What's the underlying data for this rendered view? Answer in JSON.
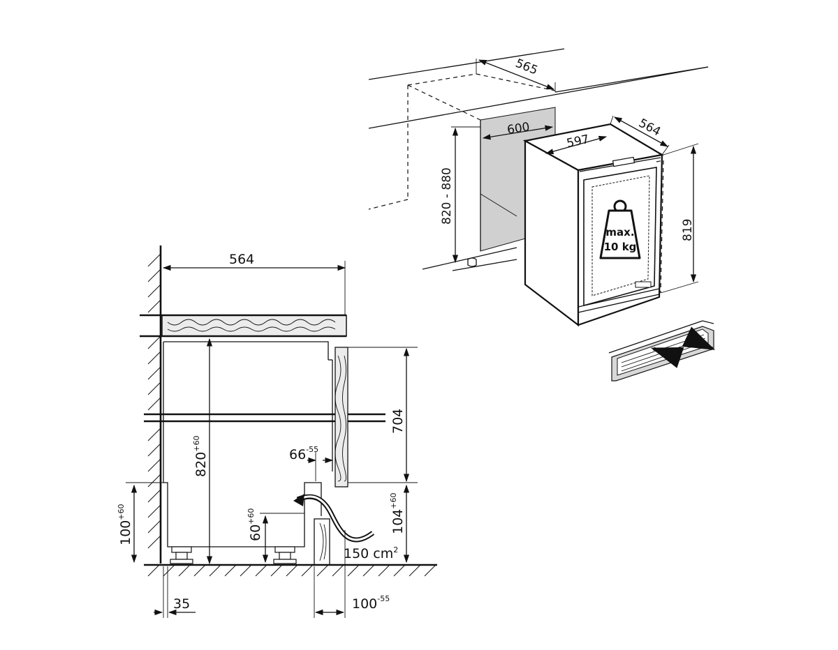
{
  "colors": {
    "ink": "#111111",
    "panel": "#d0d0d0",
    "wood": "#ececec",
    "paper": "#ffffff"
  },
  "perspective": {
    "niche_depth": "565",
    "niche_width": "600",
    "niche_height": "820 - 880",
    "appliance_width": "597",
    "appliance_depth": "564",
    "appliance_height": "819",
    "weight_label_line1": "max.",
    "weight_label_line2": "10 kg"
  },
  "section": {
    "countertop_depth": "564",
    "niche_height": "820",
    "niche_height_tol": "+60",
    "door_height": "704",
    "plinth_offset": "66",
    "plinth_offset_tol": "-55",
    "plinth_height": "104",
    "plinth_height_tol": "+60",
    "foot_height": "60",
    "foot_height_tol": "+60",
    "base_height": "100",
    "base_height_tol": "+60",
    "vent_area": "150 cm",
    "vent_area_sup": "2",
    "wall_gap": "35",
    "plinth_depth": "100",
    "plinth_depth_tol": "-55"
  },
  "icons": [
    "weight-icon",
    "airflow-arrow-icon"
  ]
}
